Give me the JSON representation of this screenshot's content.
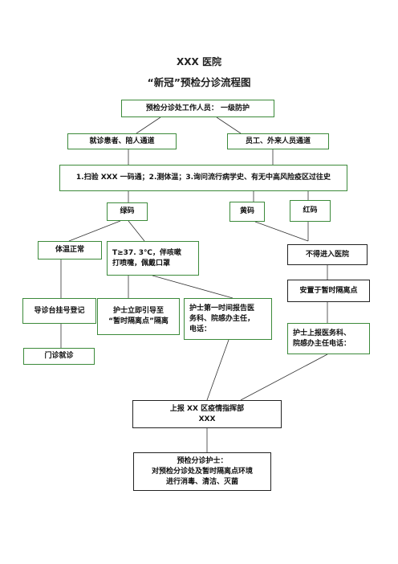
{
  "title": "XXX 医院",
  "subtitle": "“新冠”预检分诊流程图",
  "nodes": {
    "staff": "预检分诊处工作人员：  一级防护",
    "patient_channel": "就诊患者、陪人通道",
    "employee_channel": "员工、外来人员通道",
    "screening": "1.扫验 XXX 一码通；2.测体温；3.询问流行病学史、有无中高风险疫区过往史",
    "green": "绿码",
    "yellow": "黄码",
    "red": "红码",
    "temp_normal": "体温正常",
    "fever_line1": "T≥37. 3℃，伴咳嗽",
    "fever_line2": "打喷嚏，佩戴口罩",
    "no_entry": "不得进入医院",
    "register": "导诊台挂号登记",
    "nurse_guide_line1": "护士立即引导至",
    "nurse_guide_line2": "“暂时隔离点”隔离",
    "nurse_report_line1": "护士第一时间报告医",
    "nurse_report_line2": "务科、院感办主任，",
    "nurse_report_line3": "电话：",
    "temp_isolation": "安置于暂时隔离点",
    "nurse_report2_line1": "护士上报医务科、",
    "nurse_report2_line2": "院感办主任电话：",
    "outpatient": "门诊就诊",
    "hq_line1": "上报 XX 区疫情指挥部",
    "hq_line2": "XXX",
    "disinfect_line1": "预检分诊护士：",
    "disinfect_line2": "对预检分诊处及暂时隔离点环境",
    "disinfect_line3": "进行消毒、清洁、灭菌"
  }
}
